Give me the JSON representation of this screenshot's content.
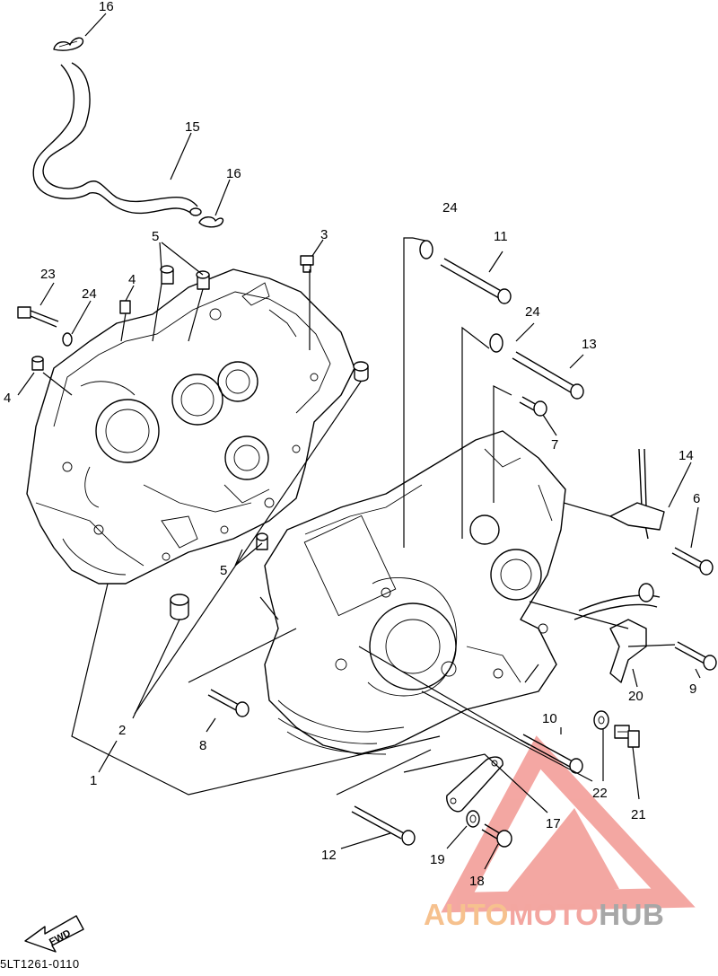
{
  "callouts": [
    "1",
    "2",
    "3",
    "4",
    "5",
    "6",
    "7",
    "8",
    "9",
    "10",
    "11",
    "12",
    "13",
    "14",
    "15",
    "16",
    "17",
    "18",
    "19",
    "20",
    "21",
    "22",
    "23",
    "24"
  ],
  "labels": {
    "l16a": "16",
    "l15": "15",
    "l16b": "16",
    "l3": "3",
    "l5a": "5",
    "l23": "23",
    "l24a": "24",
    "l4a": "4",
    "l4b": "4",
    "l24b": "24",
    "l11": "11",
    "l24c": "24",
    "l13": "13",
    "l7": "7",
    "l14": "14",
    "l6": "6",
    "l5b": "5",
    "l2": "2",
    "l1": "1",
    "l8": "8",
    "l9": "9",
    "l20": "20",
    "l10": "10",
    "l22": "22",
    "l21": "21",
    "l17": "17",
    "l12": "12",
    "l19": "19",
    "l18": "18"
  },
  "fwd_label": "FWD",
  "diagram_code": "5LT1261-0110",
  "watermark": {
    "part1": "AUTO",
    "part2": "MOTO",
    "part3": "HUB",
    "colors": {
      "auto": "#f6c18e",
      "moto": "#f3a6a0",
      "hub": "#a7a7a7",
      "triangle": "#f08a84"
    }
  }
}
